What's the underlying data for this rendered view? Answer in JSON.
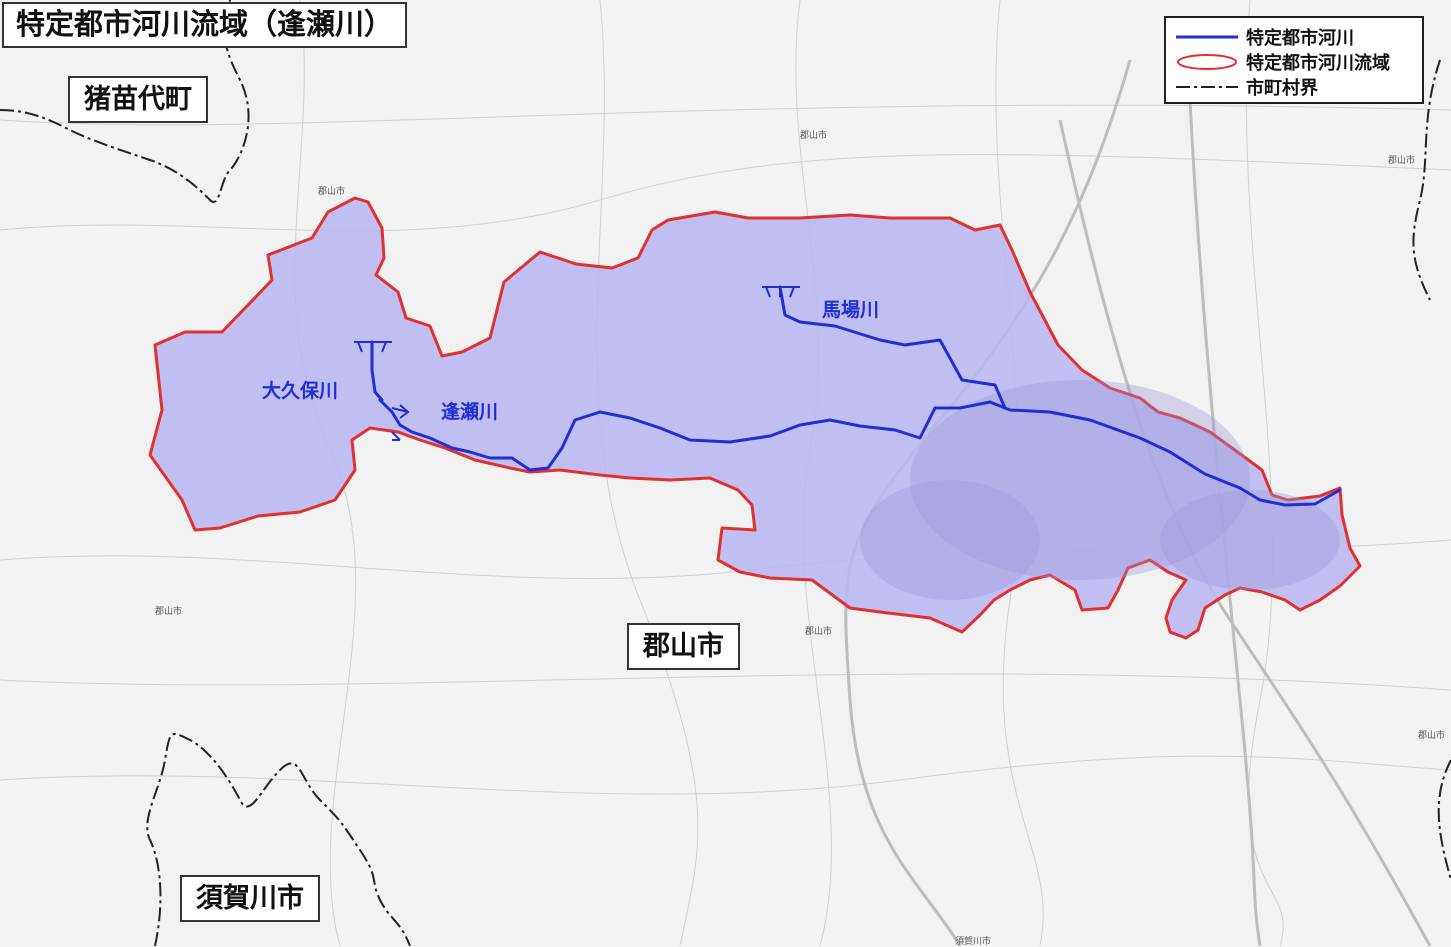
{
  "title": "特定都市河川流域（逢瀬川）",
  "municipalities": [
    {
      "name": "猪苗代町"
    },
    {
      "name": "郡山市"
    },
    {
      "name": "須賀川市"
    }
  ],
  "rivers": [
    {
      "name": "大久保川"
    },
    {
      "name": "逢瀬川"
    },
    {
      "name": "馬場川"
    }
  ],
  "map_text": {
    "koriyama_small_1": "郡山市",
    "koriyama_small_2": "郡山市",
    "koriyama_small_3": "郡山市",
    "koriyama_small_4": "郡山市",
    "koriyama_small_5": "郡山市",
    "koriyama_small_6": "郡山市",
    "sukagawa_small": "須賀川市"
  },
  "legend": {
    "items": [
      {
        "label": "特定都市河川",
        "symbol": "blue-line"
      },
      {
        "label": "特定都市河川流域",
        "symbol": "red-ellipse"
      },
      {
        "label": "市町村界",
        "symbol": "dash-dot-line"
      }
    ]
  },
  "colors": {
    "river": "#1f2fd1",
    "basin_outline": "#e03030",
    "basin_fill": "#b9b6f2",
    "boundary": "#222222",
    "map_background": "#f2f2f2"
  }
}
